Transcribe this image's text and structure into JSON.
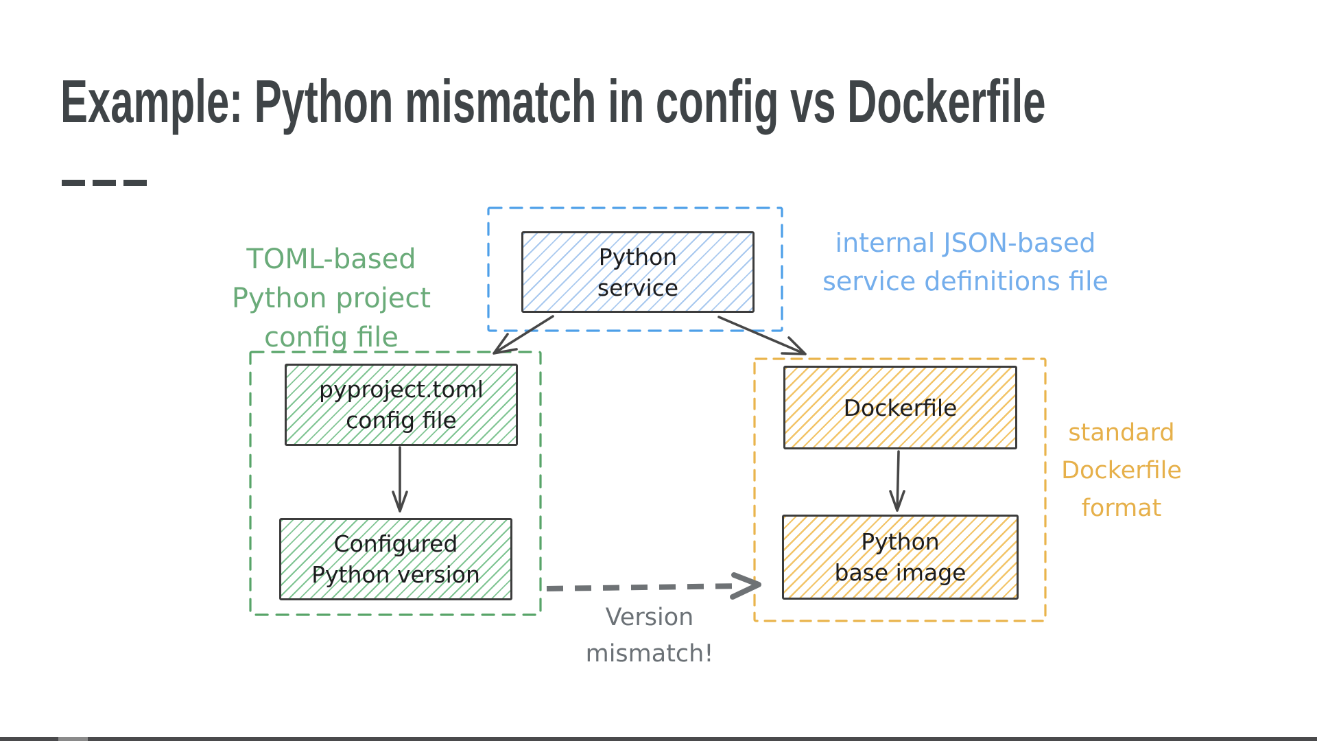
{
  "title": "Example: Python mismatch in config vs Dockerfile",
  "nodes": {
    "python_service": [
      "Python",
      "service"
    ],
    "pyproject_toml": [
      "pyproject.toml",
      "config file"
    ],
    "configured_version": [
      "Configured",
      "Python version"
    ],
    "dockerfile": [
      "Dockerfile"
    ],
    "python_base_image": [
      "Python",
      "base image"
    ]
  },
  "annotations": {
    "toml": [
      "TOML-based",
      "Python project",
      "config file"
    ],
    "json": [
      "internal JSON-based",
      "service definitions file"
    ],
    "docker_format": [
      "standard",
      "Dockerfile",
      "format"
    ],
    "mismatch": [
      "Version",
      "mismatch!"
    ]
  },
  "colors": {
    "title": "#3f4447",
    "ink": "#1c1c1e",
    "box_border": "#3c3c3c",
    "arrow": "#474747",
    "blue_border": "#4d9fe8",
    "blue_hatch": "#a9c9ef",
    "blue_label": "#74aeec",
    "green_border": "#57a468",
    "green_hatch": "#7fc492",
    "green_label": "#6aab79",
    "orange_border": "#e9b44c",
    "orange_hatch": "#f2c468",
    "orange_label": "#e6b04a",
    "gray_arrow": "#6e7275",
    "gray_label": "#6b7176",
    "progress_bar": "#4a4a4c"
  }
}
